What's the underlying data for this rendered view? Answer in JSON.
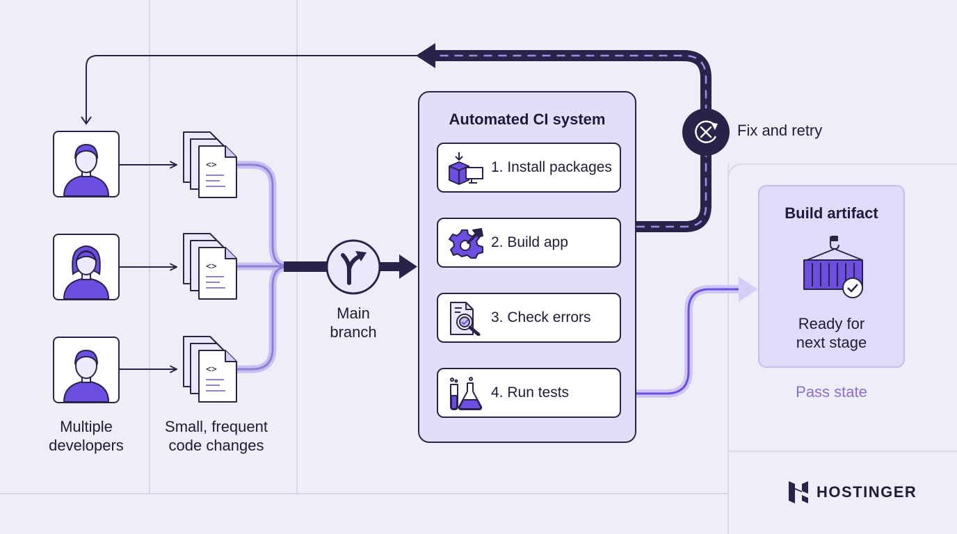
{
  "developers": {
    "label_line1": "Multiple",
    "label_line2": "developers"
  },
  "changes": {
    "label_line1": "Small, frequent",
    "label_line2": "code changes",
    "code_glyph": "<>"
  },
  "branch": {
    "label_line1": "Main",
    "label_line2": "branch"
  },
  "ci": {
    "title": "Automated CI system",
    "steps": [
      {
        "label": "1. Install packages",
        "icon": "package-install-icon"
      },
      {
        "label": "2. Build app",
        "icon": "gear-hammer-icon"
      },
      {
        "label": "3. Check errors",
        "icon": "document-magnifier-icon"
      },
      {
        "label": "4. Run tests",
        "icon": "test-tubes-flask-icon"
      }
    ]
  },
  "retry": {
    "label": "Fix and retry",
    "icon": "retry-x-icon"
  },
  "artifact": {
    "title": "Build artifact",
    "status_line1": "Ready for",
    "status_line2": "next stage",
    "icon": "shipping-container-check-icon"
  },
  "pass_state": {
    "label": "Pass state"
  },
  "brand": {
    "name": "HOSTINGER",
    "icon": "hostinger-logo-icon"
  },
  "colors": {
    "dark": "#2a2248",
    "accent": "#6c4ee0",
    "light_accent": "#b9aef0",
    "panel": "#e2defa",
    "pass": "#8a6dd6"
  }
}
